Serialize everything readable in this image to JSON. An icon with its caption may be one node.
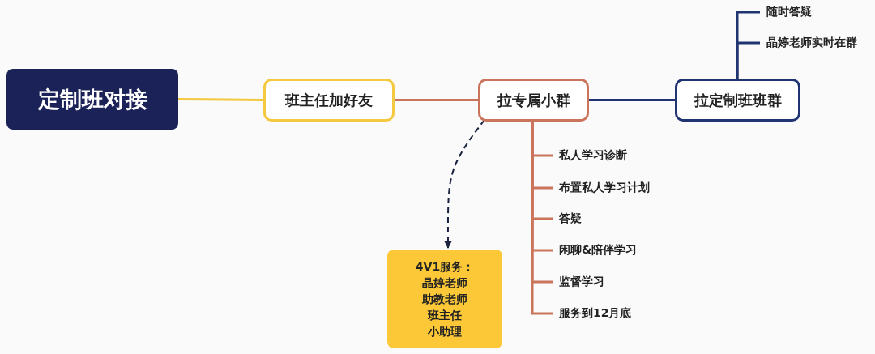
{
  "diagram": {
    "nodes": [
      {
        "text": [
          "定制班对接"
        ]
      },
      {
        "text": [
          "班主任加好友"
        ]
      },
      {
        "text": [
          "拉专属小群"
        ]
      },
      {
        "text": [
          "拉定制班班群"
        ]
      },
      {
        "text": [
          "随时答疑"
        ]
      },
      {
        "text": [
          "晶婷老师实时在群"
        ]
      },
      {
        "text": [
          "私人学习诊断"
        ]
      },
      {
        "text": [
          "布置私人学习计划"
        ]
      },
      {
        "text": [
          "答疑"
        ]
      },
      {
        "text": [
          "闲聊&陪伴学习"
        ]
      },
      {
        "text": [
          "监督学习"
        ]
      },
      {
        "text": [
          "服务到12月底"
        ]
      },
      {
        "text": [
          "4V1服务：",
          "晶婷老师",
          "助教老师",
          "班主任",
          "小助理"
        ]
      }
    ],
    "edges": [
      {
        "from": 0,
        "to": 1,
        "arrow": "none",
        "color": "#f5c842"
      },
      {
        "from": 1,
        "to": 2,
        "arrow": "none"
      },
      {
        "from": 2,
        "to": 3,
        "arrow": "none",
        "color": "#1f3470"
      },
      {
        "from": 3,
        "to": 4,
        "arrow": "none",
        "color": "#1f3470"
      },
      {
        "from": 3,
        "to": 5,
        "arrow": "none",
        "color": "#1f3470"
      },
      {
        "from": 2,
        "to": 6,
        "arrow": "none"
      },
      {
        "from": 2,
        "to": 7,
        "arrow": "none"
      },
      {
        "from": 2,
        "to": 8,
        "arrow": "none"
      },
      {
        "from": 2,
        "to": 9,
        "arrow": "none"
      },
      {
        "from": 2,
        "to": 10,
        "arrow": "none"
      },
      {
        "from": 2,
        "to": 11,
        "arrow": "none"
      },
      {
        "from": 2,
        "to": 12,
        "arrow": "to",
        "style": "dashed",
        "color": "#1b2240"
      }
    ]
  }
}
